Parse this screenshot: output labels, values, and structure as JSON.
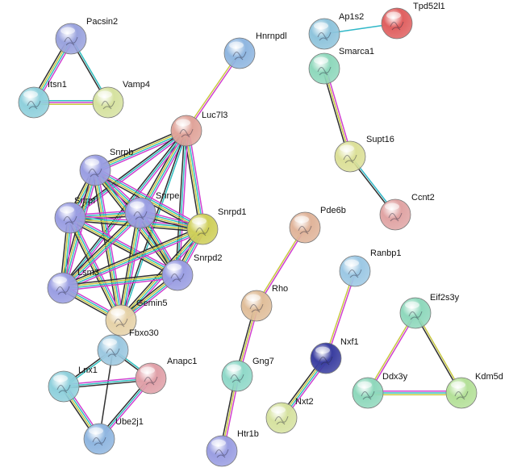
{
  "network": {
    "nodes": [
      {
        "id": "Pacsin2",
        "label": "Pacsin2",
        "color": "#9aa3de"
      },
      {
        "id": "Itsn1",
        "label": "Itsn1",
        "color": "#8fd0dc"
      },
      {
        "id": "Vamp4",
        "label": "Vamp4",
        "color": "#d6e2a0"
      },
      {
        "id": "Hnrnpdl",
        "label": "Hnrnpdl",
        "color": "#8fb6e0"
      },
      {
        "id": "Luc7l3",
        "label": "Luc7l3",
        "color": "#e0a49a"
      },
      {
        "id": "Snrpb",
        "label": "Snrpb",
        "color": "#9a9ee2"
      },
      {
        "id": "Snrpf",
        "label": "Snrpf",
        "color": "#9a9ee2"
      },
      {
        "id": "Snrpe",
        "label": "Snrpe",
        "color": "#9a9ee2"
      },
      {
        "id": "Snrpd1",
        "label": "Snrpd1",
        "color": "#cfcf5a"
      },
      {
        "id": "Snrpd2",
        "label": "Snrpd2",
        "color": "#9a9ee2"
      },
      {
        "id": "Lsm3",
        "label": "Lsm3",
        "color": "#9a9ee2"
      },
      {
        "id": "Gemin5",
        "label": "Gemin5",
        "color": "#e6d2a8"
      },
      {
        "id": "Fbxo30",
        "label": "Fbxo30",
        "color": "#9cc8e0"
      },
      {
        "id": "Lnx1",
        "label": "Lnx1",
        "color": "#8fd0dc"
      },
      {
        "id": "Anapc1",
        "label": "Anapc1",
        "color": "#e0a0a8"
      },
      {
        "id": "Ube2j1",
        "label": "Ube2j1",
        "color": "#8fb6e0"
      },
      {
        "id": "Ap1s2",
        "label": "Ap1s2",
        "color": "#8fc4dc"
      },
      {
        "id": "Tpd52l1",
        "label": "Tpd52l1",
        "color": "#e06060"
      },
      {
        "id": "Smarca1",
        "label": "Smarca1",
        "color": "#8fd8bc"
      },
      {
        "id": "Supt16",
        "label": "Supt16",
        "color": "#dce098"
      },
      {
        "id": "Ccnt2",
        "label": "Ccnt2",
        "color": "#e0a4a4"
      },
      {
        "id": "Pde6b",
        "label": "Pde6b",
        "color": "#e0b49a"
      },
      {
        "id": "Rho",
        "label": "Rho",
        "color": "#e0be9a"
      },
      {
        "id": "Gng7",
        "label": "Gng7",
        "color": "#8fd8c8"
      },
      {
        "id": "Htr1b",
        "label": "Htr1b",
        "color": "#9a9ee2"
      },
      {
        "id": "Ranbp1",
        "label": "Ranbp1",
        "color": "#9cc8e4"
      },
      {
        "id": "Nxf1",
        "label": "Nxf1",
        "color": "#3a3ea0"
      },
      {
        "id": "Nxt2",
        "label": "Nxt2",
        "color": "#d6e2a0"
      },
      {
        "id": "Eif2s3y",
        "label": "Eif2s3y",
        "color": "#8fd8bc"
      },
      {
        "id": "Ddx3y",
        "label": "Ddx3y",
        "color": "#8fd8bc"
      },
      {
        "id": "Kdm5d",
        "label": "Kdm5d",
        "color": "#b4e098"
      }
    ],
    "edges": [
      {
        "source": "Pacsin2",
        "target": "Itsn1",
        "colors": [
          "#d040d0",
          "#30c0c0",
          "#c8c840",
          "#303030"
        ]
      },
      {
        "source": "Pacsin2",
        "target": "Vamp4",
        "colors": [
          "#30c0c0",
          "#303030"
        ]
      },
      {
        "source": "Itsn1",
        "target": "Vamp4",
        "colors": [
          "#30c0c0",
          "#d040d0",
          "#c8c840"
        ]
      },
      {
        "source": "Hnrnpdl",
        "target": "Luc7l3",
        "colors": [
          "#d040d0",
          "#c8c840"
        ]
      },
      {
        "source": "Luc7l3",
        "target": "Snrpb",
        "colors": [
          "#d040d0",
          "#30c0c0",
          "#c8c840",
          "#303030"
        ]
      },
      {
        "source": "Luc7l3",
        "target": "Snrpf",
        "colors": [
          "#d040d0",
          "#30c0c0",
          "#303030"
        ]
      },
      {
        "source": "Luc7l3",
        "target": "Snrpe",
        "colors": [
          "#d040d0",
          "#30c0c0",
          "#c8c840",
          "#303030"
        ]
      },
      {
        "source": "Luc7l3",
        "target": "Snrpd1",
        "colors": [
          "#d040d0",
          "#30c0c0",
          "#c8c840",
          "#303030"
        ]
      },
      {
        "source": "Luc7l3",
        "target": "Snrpd2",
        "colors": [
          "#d040d0",
          "#30c0c0",
          "#303030"
        ]
      },
      {
        "source": "Luc7l3",
        "target": "Lsm3",
        "colors": [
          "#d040d0",
          "#30c0c0",
          "#303030"
        ]
      },
      {
        "source": "Luc7l3",
        "target": "Gemin5",
        "colors": [
          "#30c0c0",
          "#303030"
        ]
      },
      {
        "source": "Snrpb",
        "target": "Snrpf",
        "colors": [
          "#d040d0",
          "#30c0c0",
          "#c8c840",
          "#303030"
        ]
      },
      {
        "source": "Snrpb",
        "target": "Snrpe",
        "colors": [
          "#d040d0",
          "#30c0c0",
          "#c8c840",
          "#303030"
        ]
      },
      {
        "source": "Snrpb",
        "target": "Snrpd1",
        "colors": [
          "#d040d0",
          "#30c0c0",
          "#c8c840",
          "#303030"
        ]
      },
      {
        "source": "Snrpb",
        "target": "Snrpd2",
        "colors": [
          "#d040d0",
          "#30c0c0",
          "#c8c840",
          "#303030"
        ]
      },
      {
        "source": "Snrpb",
        "target": "Lsm3",
        "colors": [
          "#d040d0",
          "#30c0c0",
          "#c8c840",
          "#303030"
        ]
      },
      {
        "source": "Snrpb",
        "target": "Gemin5",
        "colors": [
          "#d040d0",
          "#30c0c0",
          "#c8c840",
          "#303030"
        ]
      },
      {
        "source": "Snrpf",
        "target": "Snrpe",
        "colors": [
          "#d040d0",
          "#30c0c0",
          "#c8c840",
          "#303030"
        ]
      },
      {
        "source": "Snrpf",
        "target": "Snrpd1",
        "colors": [
          "#d040d0",
          "#30c0c0",
          "#c8c840",
          "#303030"
        ]
      },
      {
        "source": "Snrpf",
        "target": "Snrpd2",
        "colors": [
          "#d040d0",
          "#30c0c0",
          "#c8c840",
          "#303030"
        ]
      },
      {
        "source": "Snrpf",
        "target": "Lsm3",
        "colors": [
          "#d040d0",
          "#30c0c0",
          "#c8c840",
          "#303030"
        ]
      },
      {
        "source": "Snrpf",
        "target": "Gemin5",
        "colors": [
          "#d040d0",
          "#30c0c0",
          "#c8c840",
          "#303030"
        ]
      },
      {
        "source": "Snrpe",
        "target": "Snrpd1",
        "colors": [
          "#d040d0",
          "#30c0c0",
          "#c8c840",
          "#303030"
        ]
      },
      {
        "source": "Snrpe",
        "target": "Snrpd2",
        "colors": [
          "#d040d0",
          "#30c0c0",
          "#c8c840",
          "#303030"
        ]
      },
      {
        "source": "Snrpe",
        "target": "Lsm3",
        "colors": [
          "#d040d0",
          "#30c0c0",
          "#c8c840",
          "#303030"
        ]
      },
      {
        "source": "Snrpe",
        "target": "Gemin5",
        "colors": [
          "#d040d0",
          "#30c0c0",
          "#c8c840",
          "#303030"
        ]
      },
      {
        "source": "Snrpd1",
        "target": "Snrpd2",
        "colors": [
          "#d040d0",
          "#30c0c0",
          "#c8c840",
          "#303030"
        ]
      },
      {
        "source": "Snrpd1",
        "target": "Lsm3",
        "colors": [
          "#d040d0",
          "#30c0c0",
          "#c8c840",
          "#303030"
        ]
      },
      {
        "source": "Snrpd1",
        "target": "Gemin5",
        "colors": [
          "#d040d0",
          "#30c0c0",
          "#c8c840",
          "#303030"
        ]
      },
      {
        "source": "Snrpd2",
        "target": "Lsm3",
        "colors": [
          "#d040d0",
          "#30c0c0",
          "#c8c840",
          "#303030"
        ]
      },
      {
        "source": "Snrpd2",
        "target": "Gemin5",
        "colors": [
          "#d040d0",
          "#30c0c0",
          "#c8c840",
          "#303030"
        ]
      },
      {
        "source": "Lsm3",
        "target": "Gemin5",
        "colors": [
          "#d040d0",
          "#30c0c0",
          "#c8c840",
          "#303030"
        ]
      },
      {
        "source": "Fbxo30",
        "target": "Lnx1",
        "colors": [
          "#30c0c0",
          "#303030"
        ]
      },
      {
        "source": "Fbxo30",
        "target": "Anapc1",
        "colors": [
          "#30c0c0",
          "#303030"
        ]
      },
      {
        "source": "Fbxo30",
        "target": "Ube2j1",
        "colors": [
          "#303030"
        ]
      },
      {
        "source": "Lnx1",
        "target": "Anapc1",
        "colors": [
          "#d040d0",
          "#30c0c0",
          "#303030"
        ]
      },
      {
        "source": "Lnx1",
        "target": "Ube2j1",
        "colors": [
          "#d040d0",
          "#30c0c0",
          "#c8c840",
          "#303030"
        ]
      },
      {
        "source": "Anapc1",
        "target": "Ube2j1",
        "colors": [
          "#d040d0",
          "#30c0c0",
          "#303030"
        ]
      },
      {
        "source": "Ap1s2",
        "target": "Tpd52l1",
        "colors": [
          "#30b8c8"
        ]
      },
      {
        "source": "Smarca1",
        "target": "Supt16",
        "colors": [
          "#d040d0",
          "#c8c840",
          "#303030"
        ]
      },
      {
        "source": "Supt16",
        "target": "Ccnt2",
        "colors": [
          "#30b8c8",
          "#303030"
        ]
      },
      {
        "source": "Pde6b",
        "target": "Rho",
        "colors": [
          "#d040d0",
          "#c8c840"
        ]
      },
      {
        "source": "Rho",
        "target": "Gng7",
        "colors": [
          "#d040d0",
          "#c8c840",
          "#303030"
        ]
      },
      {
        "source": "Gng7",
        "target": "Htr1b",
        "colors": [
          "#d040d0",
          "#c8c840",
          "#303030"
        ]
      },
      {
        "source": "Ranbp1",
        "target": "Nxf1",
        "colors": [
          "#d040d0",
          "#c8c840"
        ]
      },
      {
        "source": "Nxf1",
        "target": "Nxt2",
        "colors": [
          "#d040d0",
          "#30c0c0",
          "#c8c840",
          "#303030"
        ]
      },
      {
        "source": "Eif2s3y",
        "target": "Ddx3y",
        "colors": [
          "#d040d0",
          "#c8c840"
        ]
      },
      {
        "source": "Eif2s3y",
        "target": "Kdm5d",
        "colors": [
          "#c8c840",
          "#303030"
        ]
      },
      {
        "source": "Ddx3y",
        "target": "Kdm5d",
        "colors": [
          "#d040d0",
          "#30c0c0",
          "#c8c840"
        ]
      }
    ]
  }
}
